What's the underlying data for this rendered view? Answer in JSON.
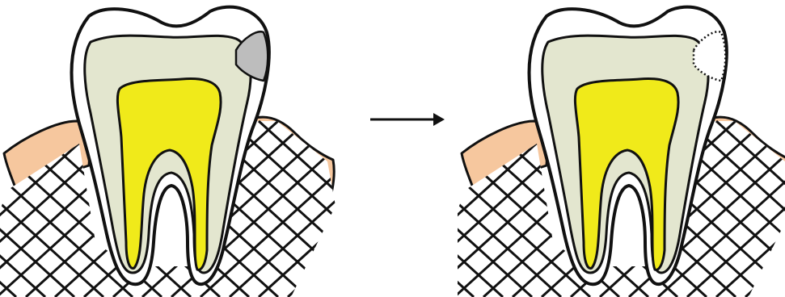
{
  "colors": {
    "gum": "#f6c79e",
    "bone_background": "#ffffff",
    "bone_grid": "#111111",
    "enamel": "#ffffff",
    "dentin": "#e3e6cf",
    "pulp": "#f0ea1a",
    "outline": "#111111",
    "filling_before": "#bdbdbd",
    "filling_after": "#ffffff",
    "arrow": "#111111"
  },
  "panels": [
    {
      "name": "tooth-before",
      "filling_style": "solid"
    },
    {
      "name": "tooth-after",
      "filling_style": "dotted"
    }
  ],
  "arrow": {
    "direction": "right"
  }
}
